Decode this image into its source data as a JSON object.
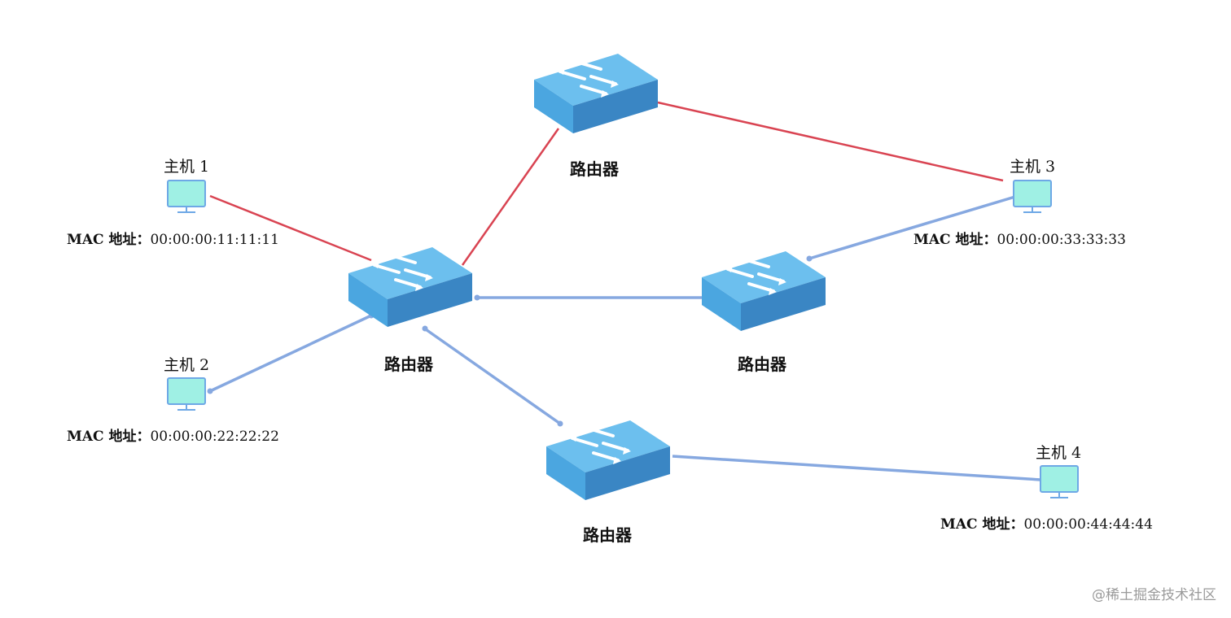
{
  "routers": [
    {
      "id": "r1",
      "label": "路由器"
    },
    {
      "id": "r2",
      "label": "路由器"
    },
    {
      "id": "r3",
      "label": "路由器"
    },
    {
      "id": "r4",
      "label": "路由器"
    }
  ],
  "hosts": [
    {
      "id": "h1",
      "name": "主机 1",
      "mac_key": "MAC 地址：",
      "mac": "00:00:00:11:11:11"
    },
    {
      "id": "h2",
      "name": "主机 2",
      "mac_key": "MAC 地址：",
      "mac": "00:00:00:22:22:22"
    },
    {
      "id": "h3",
      "name": "主机 3",
      "mac_key": "MAC 地址：",
      "mac": "00:00:00:33:33:33"
    },
    {
      "id": "h4",
      "name": "主机 4",
      "mac_key": "MAC 地址：",
      "mac": "00:00:00:44:44:44"
    }
  ],
  "links": [
    {
      "from": "h1",
      "to": "r1",
      "color": "#d94452"
    },
    {
      "from": "r1",
      "to": "r2",
      "color": "#d94452"
    },
    {
      "from": "r2",
      "to": "h3",
      "color": "#d94452"
    },
    {
      "from": "h2",
      "to": "r1",
      "color": "#86a8e0"
    },
    {
      "from": "r1",
      "to": "r3",
      "color": "#86a8e0"
    },
    {
      "from": "r3",
      "to": "h3",
      "color": "#86a8e0"
    },
    {
      "from": "r1",
      "to": "r4",
      "color": "#86a8e0"
    },
    {
      "from": "r4",
      "to": "h4",
      "color": "#86a8e0"
    }
  ],
  "colors": {
    "router_top": "#6cbfee",
    "router_front": "#4ba6e0",
    "router_side": "#3a86c4",
    "monitor_screen": "#9ff0e4",
    "monitor_frame": "#6ea8e6"
  },
  "watermark": "@稀土掘金技术社区"
}
